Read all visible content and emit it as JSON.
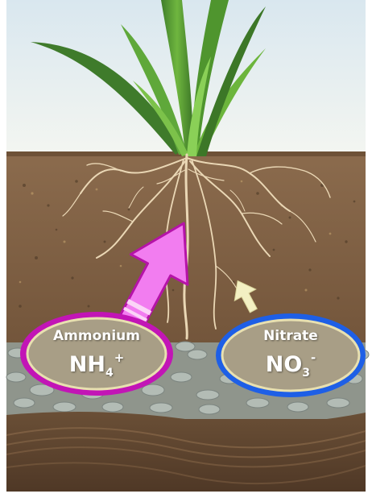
{
  "colors": {
    "sky_top": "#dbe8f0",
    "sky_bottom": "#f3f6f3",
    "soil_top": "#8a6a4c",
    "soil_mid": "#6d5239",
    "soil_deep": "#5a412b",
    "gravel": "#a9b3ad",
    "grass_dark": "#3f7f2a",
    "grass_light": "#7cc24a",
    "roots": "#e6d2b0",
    "ammonium_ring": "#c215b6",
    "ammonium_arrow": "#f27df0",
    "nitrate_ring": "#1e5fe6",
    "nitrate_arrow": "#f1efc0",
    "ion_fill": "#a89e86",
    "ion_inner_ring": "#e8e0b0"
  },
  "ions": {
    "ammonium": {
      "name": "Ammonium",
      "base": "NH",
      "sub": "4",
      "sup": "+"
    },
    "nitrate": {
      "name": "Nitrate",
      "base": "NO",
      "sub": "3",
      "sup": "-"
    }
  }
}
